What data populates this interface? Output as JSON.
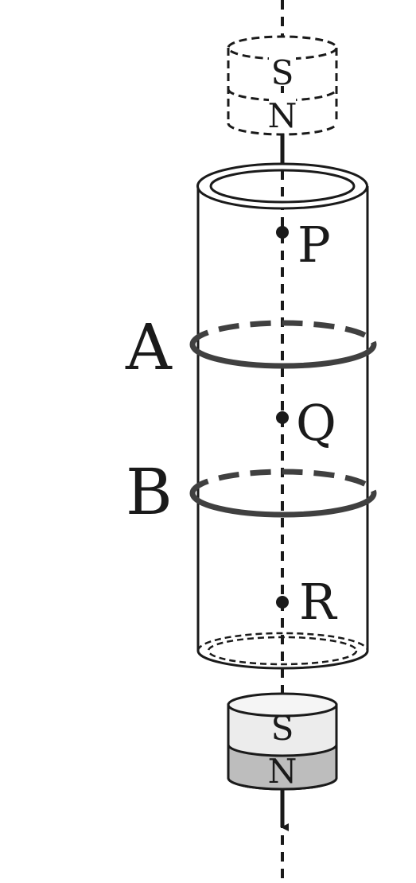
{
  "figure": {
    "magnet_top": {
      "upper_pole": "S",
      "lower_pole": "N"
    },
    "magnet_bottom": {
      "upper_pole": "S",
      "lower_pole": "N"
    },
    "rings": {
      "upper": "A",
      "lower": "B"
    },
    "points": {
      "top": "P",
      "middle": "Q",
      "bottom": "R"
    }
  },
  "colors": {
    "ink": "#1a1a1a",
    "ring": "#404040",
    "magnet_light": "#ececec",
    "magnet_dark": "#bdbdbd"
  }
}
